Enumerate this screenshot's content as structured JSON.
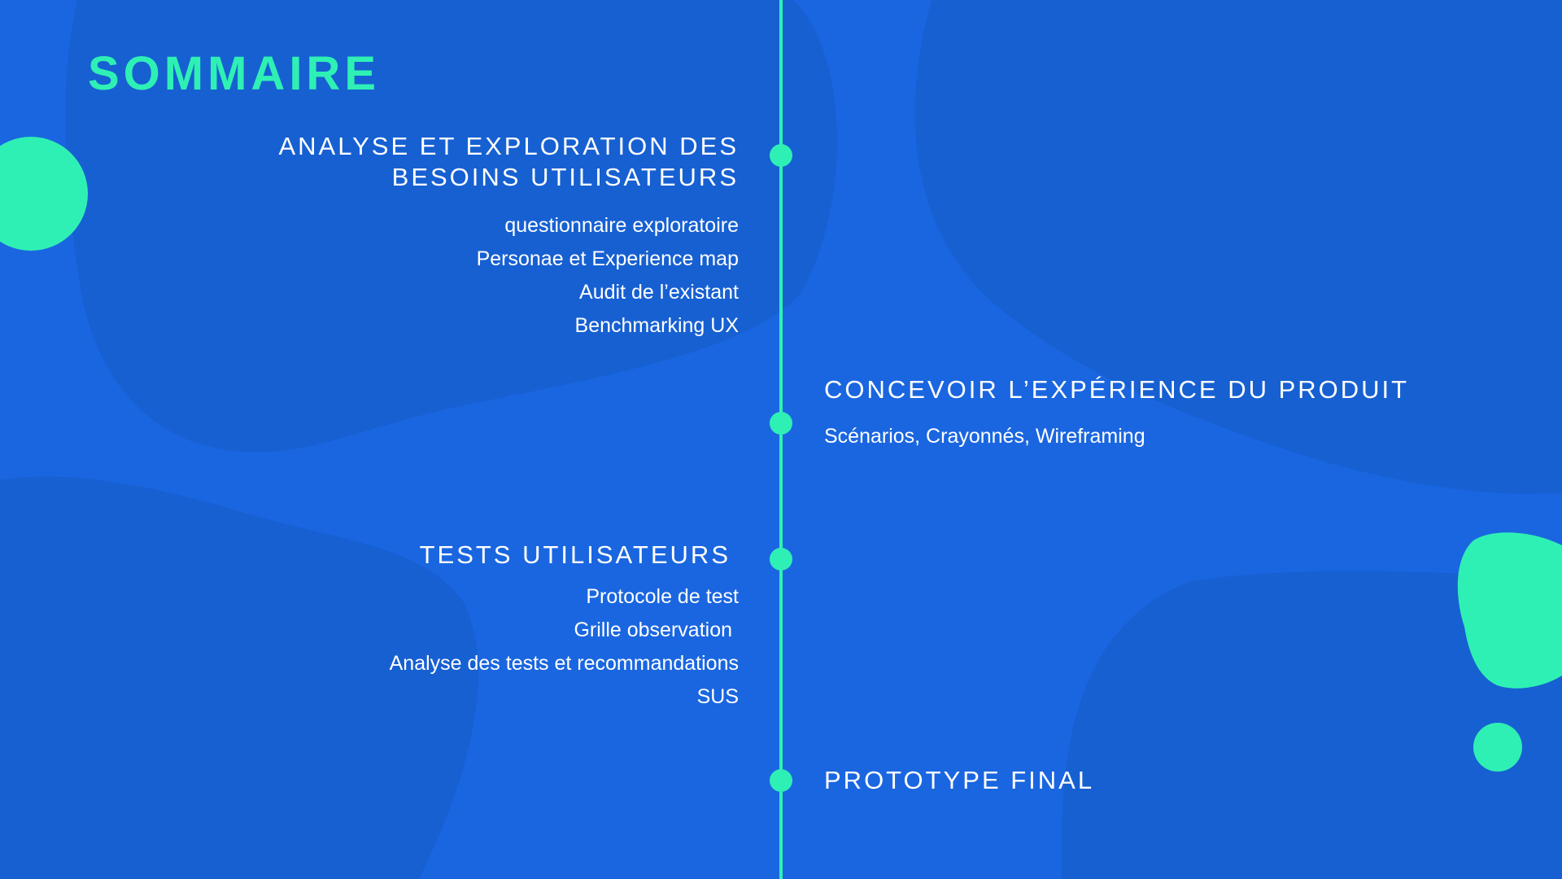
{
  "title": "SOMMAIRE",
  "colors": {
    "background": "#1a66e0",
    "blob_dark": "#1660d2",
    "accent": "#2ff0b4",
    "text": "#ffffff"
  },
  "sections": [
    {
      "heading_line1": "ANALYSE ET EXPLORATION DES",
      "heading_line2": "BESOINS UTILISATEURS",
      "items": [
        "questionnaire exploratoire",
        "Personae et Experience map",
        "Audit de l’existant",
        "Benchmarking UX"
      ]
    },
    {
      "heading": "CONCEVOIR L’EXPÉRIENCE DU PRODUIT",
      "items": [
        "Scénarios, Crayonnés, Wireframing"
      ]
    },
    {
      "heading": "TESTS UTILISATEURS",
      "items": [
        "Protocole de test",
        "Grille observation",
        "Analyse des tests et recommandations",
        "SUS"
      ]
    },
    {
      "heading": "PROTOTYPE FINAL",
      "items": []
    }
  ]
}
